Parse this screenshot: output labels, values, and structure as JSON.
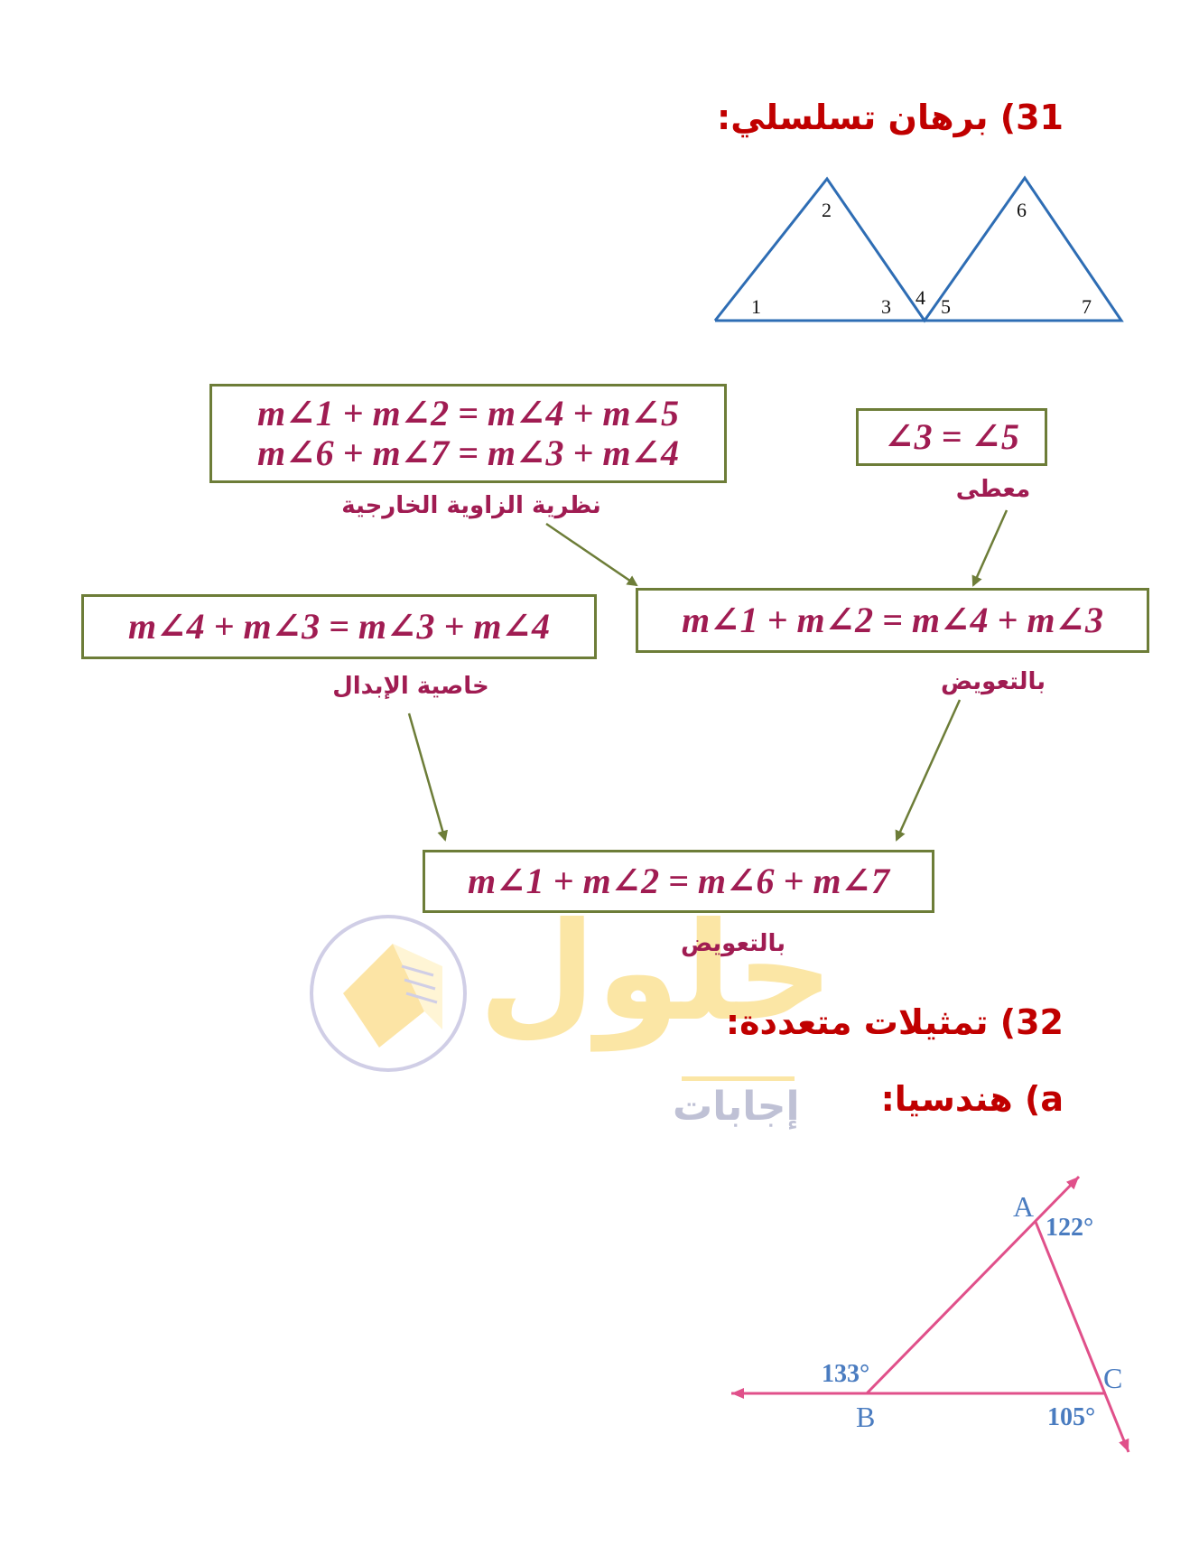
{
  "q31": {
    "heading": "31)  برهان تسلسلي:",
    "figure": {
      "labels": [
        "1",
        "2",
        "3",
        "4",
        "5",
        "6",
        "7"
      ]
    },
    "boxes": {
      "exterior_line1": "m∠1 + m∠2 = m∠4 + m∠5",
      "exterior_line2": "m∠6 + m∠7 = m∠3 + m∠4",
      "given": "∠3 = ∠5",
      "subst1": "m∠1 + m∠2 = m∠4 + m∠3",
      "commute": "m∠4 + m∠3 = m∠3 + m∠4",
      "final": "m∠1 + m∠2 = m∠6 + m∠7"
    },
    "labels": {
      "exterior": "نظرية الزاوية الخارجية",
      "given": "معطى",
      "subst1": "بالتعويض",
      "commute": "خاصية الإبدال",
      "final": "بالتعويض"
    }
  },
  "q32": {
    "heading": "32) تمثيلات متعددة:",
    "sub_a": "a) هندسيا:",
    "figure": {
      "vertices": [
        "A",
        "B",
        "C"
      ],
      "angles": [
        "122°",
        "133°",
        "105°"
      ]
    }
  },
  "watermark": {
    "logo": "حلول",
    "subtitle": "إجابات"
  },
  "colors": {
    "heading": "#c00000",
    "proof": "#a01c52",
    "box_border": "#6d7d38",
    "triangle": "#2e6db4",
    "ray": "#e0508a",
    "angle_label": "#4a7cc0"
  }
}
